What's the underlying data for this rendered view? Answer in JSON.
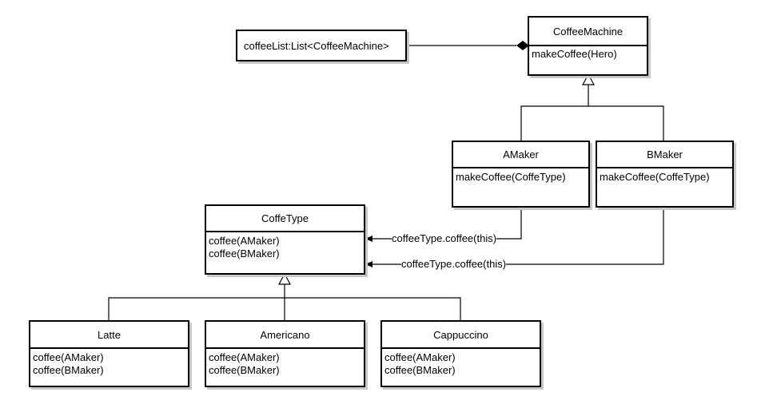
{
  "list_box": {
    "text": "coffeeList:List<CoffeeMachine>"
  },
  "classes": {
    "coffee_machine": {
      "name": "CoffeeMachine",
      "methods": [
        "makeCoffee(Hero)"
      ]
    },
    "amaker": {
      "name": "AMaker",
      "methods": [
        "makeCoffee(CoffeType)"
      ]
    },
    "bmaker": {
      "name": "BMaker",
      "methods": [
        "makeCoffee(CoffeType)"
      ]
    },
    "coffe_type": {
      "name": "CoffeType",
      "methods": [
        "coffee(AMaker)",
        "coffee(BMaker)"
      ]
    },
    "latte": {
      "name": "Latte",
      "methods": [
        "coffee(AMaker)",
        "coffee(BMaker)"
      ]
    },
    "americano": {
      "name": "Americano",
      "methods": [
        "coffee(AMaker)",
        "coffee(BMaker)"
      ]
    },
    "cappuccino": {
      "name": "Cappuccino",
      "methods": [
        "coffee(AMaker)",
        "coffee(BMaker)"
      ]
    }
  },
  "edges": {
    "amaker_call": "coffeeType.coffee(this)",
    "bmaker_call": "coffeeType.coffee(this)"
  }
}
